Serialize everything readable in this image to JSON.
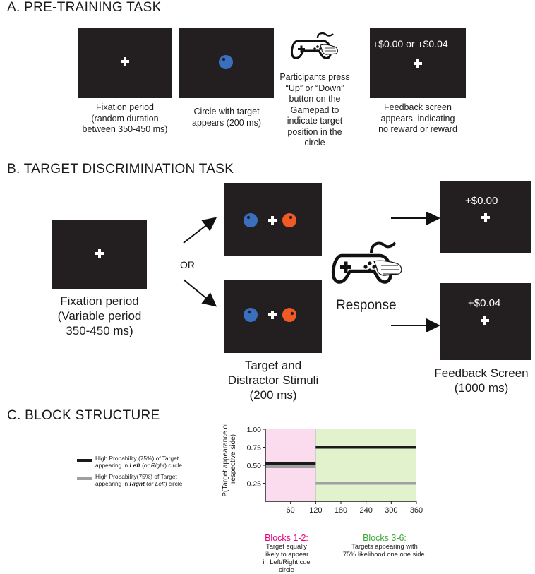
{
  "section_a": {
    "heading": "A. PRE-TRAINING TASK",
    "fixation_caption": [
      "Fixation period",
      "(random duration",
      "between 350-450 ms)"
    ],
    "circle_caption": [
      "Circle with target",
      "appears (200 ms)"
    ],
    "gamepad_caption": [
      "Participants press",
      "“Up” or “Down”",
      "button on the",
      "Gamepad to",
      "indicate target",
      "position in the",
      "circle"
    ],
    "feedback_text": "+$0.00  or +$0.04",
    "feedback_caption": [
      "Feedback screen",
      "appears, indicating",
      "no reward or reward"
    ]
  },
  "section_b": {
    "heading": "B. TARGET DISCRIMINATION TASK",
    "or_label": "OR",
    "fixation_caption": [
      "Fixation period",
      "(Variable period",
      "350-450 ms)"
    ],
    "stimuli_caption": [
      "Target and",
      "Distractor Stimuli",
      "(200 ms)"
    ],
    "response_label": "Response",
    "feedback_top_value": "+$0.00",
    "feedback_bottom_value": "+$0.04",
    "feedback_caption": [
      "Feedback Screen",
      "(1000 ms)"
    ]
  },
  "section_c": {
    "heading": "C. BLOCK STRUCTURE",
    "legend": [
      {
        "text": [
          "High Probability (75%) of Target",
          "appearing in ",
          "Left",
          " (",
          "or Right",
          ") circle"
        ],
        "color": "#1a1a1a"
      },
      {
        "text": [
          "High Probability(75%) of Target",
          "appearing in ",
          "Right",
          " (",
          "or Left",
          ") circle"
        ],
        "color": "#a0a0a0"
      }
    ],
    "blocks_12_title": "Blocks 1-2:",
    "blocks_12_caption": [
      "Target equally",
      "likely to appear",
      "in Left/Right cue",
      "circle"
    ],
    "blocks_36_title": "Blocks 3-6:",
    "blocks_36_caption": [
      "Targets appearing with",
      "75% likelihood one one side."
    ]
  },
  "colors": {
    "screen": "#231f20",
    "blue_circle": "#3a6fc0",
    "orange_circle": "#f15a24",
    "pink_region": "#fadcee",
    "green_region": "#e1f2cd",
    "magenta_text": "#e6007e",
    "green_text": "#3aa935",
    "black_line": "#1a1a1a",
    "gray_line": "#a0a0a0"
  },
  "chart_data": {
    "type": "line",
    "ylabel": [
      "P(Target appearance on",
      "respective side)"
    ],
    "xlabel": "",
    "xlim": [
      0,
      360
    ],
    "ylim": [
      0,
      1
    ],
    "x_ticks": [
      "60",
      "120",
      "180",
      "240",
      "300",
      "360"
    ],
    "x_tick_values": [
      60,
      120,
      180,
      240,
      300,
      360
    ],
    "y_ticks": [
      "0.25",
      "0.50",
      "0.75",
      "1.00"
    ],
    "y_tick_values": [
      0.25,
      0.5,
      0.75,
      1.0
    ],
    "regions": [
      {
        "x": [
          0,
          120
        ],
        "color": "#fadcee"
      },
      {
        "x": [
          120,
          360
        ],
        "color": "#e1f2cd"
      }
    ],
    "series": [
      {
        "color": "#1a1a1a",
        "segments": [
          {
            "x": [
              0,
              120
            ],
            "y": 0.5
          },
          {
            "x": [
              120,
              360
            ],
            "y": 0.75
          }
        ]
      },
      {
        "color": "#a0a0a0",
        "segments": [
          {
            "x": [
              0,
              120
            ],
            "y": 0.5
          },
          {
            "x": [
              120,
              360
            ],
            "y": 0.25
          }
        ]
      }
    ]
  }
}
